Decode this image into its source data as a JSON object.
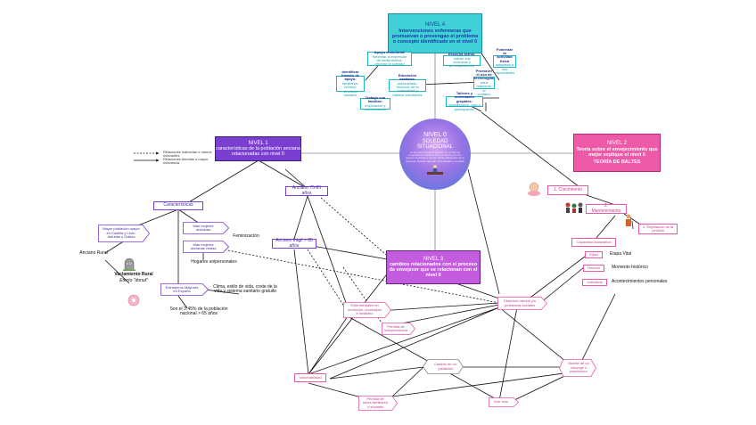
{
  "legend": {
    "dashed": "Relaciones indirectas o menos relevantes",
    "solid": "Relaciones directas o mayor relevancia"
  },
  "nivel4": {
    "title": "NIVEL 4",
    "subtitle": "Intervenciones enfermeras que promuevan o prevengan el problema o concepto identificado en el nivel 0",
    "items": [
      {
        "h": "Apoyo emocional:",
        "t": "fomentar la expresión de sentimientos, afrontar la soledad"
      },
      {
        "h": "Escucha activa:",
        "t": "validar sus vivencias y preocupaciones"
      },
      {
        "h": "Fomentar la actividad física",
        "t": "adaptada a sus capacidades"
      },
      {
        "h": "Identificar fuentes de apoyo:",
        "t": "familiares, vecinos, servicios sociales"
      },
      {
        "h": "Educación sanitaria:",
        "t": "autocuidado, recursos de la comunidad y hábitos saludables"
      },
      {
        "h": "Promover el uso de tecnologías",
        "t": "para mantener el contacto"
      },
      {
        "h": "Trabajo con familias:",
        "t": "implicación y comunicación"
      },
      {
        "h": "Talleres y actividades grupales:",
        "t": "socialización, ocio y participación"
      }
    ]
  },
  "nivel0": {
    "title": "NIVEL 0",
    "line1": "SOLEDAD",
    "line2": "SITUACIONAL",
    "desc": "La persona enfrenta soledad en un tiempo temporal por cambios de su entorno y en los apoyos cercanos o de las rutinas habituales de la persona. Pueden atenuar o los detalles y perdida"
  },
  "nivel1": {
    "title": "NIVEL 1",
    "subtitle": "características de la población anciana relacionadas con nivel 0"
  },
  "nivel2": {
    "title": "NIVEL 2",
    "subtitle": "Teoría sobre el envejecimiento que mejor explique el nivel 0",
    "theory": "TEORÍA DE BALTES",
    "items": [
      "1. Crecimiento",
      "2. Mantenimiento",
      "3. Regulación de la pérdida"
    ],
    "capacity": "Capacidad Adaptativa",
    "tags": [
      {
        "label": "Edad",
        "desc": "Etapa Vital"
      },
      {
        "label": "Historia",
        "desc": "Momento histórico"
      },
      {
        "label": "Individual",
        "desc": "Acontecimientos personales"
      }
    ]
  },
  "nivel3": {
    "title": "NIVEL 3",
    "subtitle": "cambios relacionados con el proceso de envejecer que se relacionan con el nivel 0"
  },
  "left": {
    "caracteristicas": "Características",
    "anciano_7585": "Anciano 75-85 años",
    "anciano_85": "Anciano frágil > 85 años",
    "mayor_poblacion": "Mayor población mayor en Castilla y León, Asturias y Galicia",
    "mas_mujeres": "Más mujeres ancianas",
    "feminizacion": "Feminización",
    "mujeres_viudas": "Más mujeres ancianas viudas",
    "hogares": "Hogares unipersonales",
    "anciano_rural": "Anciano Rural",
    "vaciamiento": "Vaciamiento Rural",
    "efecto_donut": "Efecto \"donut\"",
    "extranjeros": "Extranjeros Mayores en España",
    "clima": "Clima, estilo de vida, coste de la vida y sistema sanitario gratuito",
    "porcentaje": "Son el 3´45% de la población nacional > 65 años",
    "rip": "R.I.P"
  },
  "bottom": {
    "enfermedades": "Enfermedades en evolución, cronicidad e invalidez",
    "dependencia": "Pérdida de independencia",
    "deterioro": "Deterioro mental y/o problemas sociales",
    "vulnerabilidad": "Vulnerabilidad",
    "cambio_rol": "Cambio de rol: jubilación",
    "muerte": "Muerte de un cónyuge o parentesco",
    "perdida_familiares": "Pérdida de seres familiares o sociales",
    "vivir_solo": "Vivir solo"
  }
}
